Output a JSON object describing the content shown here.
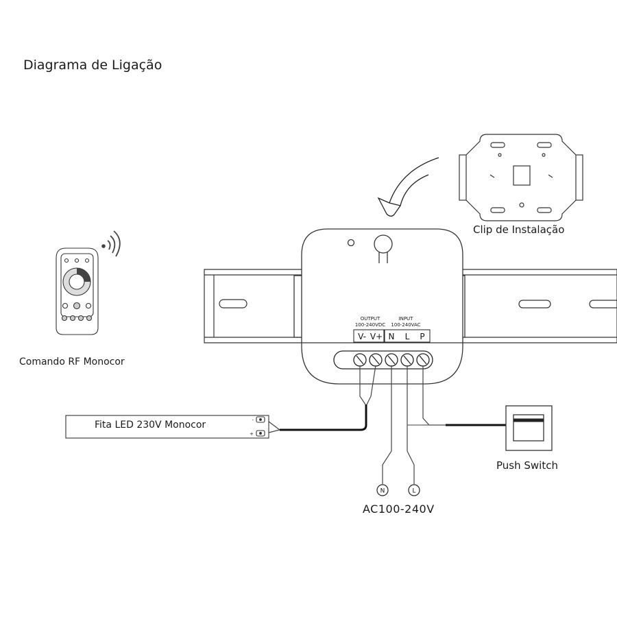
{
  "title": "Diagrama de Ligação",
  "labels": {
    "clip": "Clip de Instalação",
    "remote": "Comando RF Monocor",
    "strip": "Fita LED 230V Monocor",
    "push_switch": "Push Switch",
    "ac_source": "AC100-240V"
  },
  "controller": {
    "output_header": "OUTPUT",
    "output_rating": "100-240VDC",
    "input_header": "INPUT",
    "input_rating": "100-240VAC",
    "terminals": [
      "V-",
      "V+",
      "N",
      "L",
      "P"
    ]
  },
  "strip_polarity": {
    "minus": "-",
    "plus": "+"
  },
  "ac_symbols": {
    "neutral": "N",
    "live": "L"
  },
  "icons": [
    "arrow-icon",
    "wireless-signal-icon",
    "clip-icon",
    "remote-control-icon",
    "switch-icon",
    "din-rail-icon"
  ]
}
